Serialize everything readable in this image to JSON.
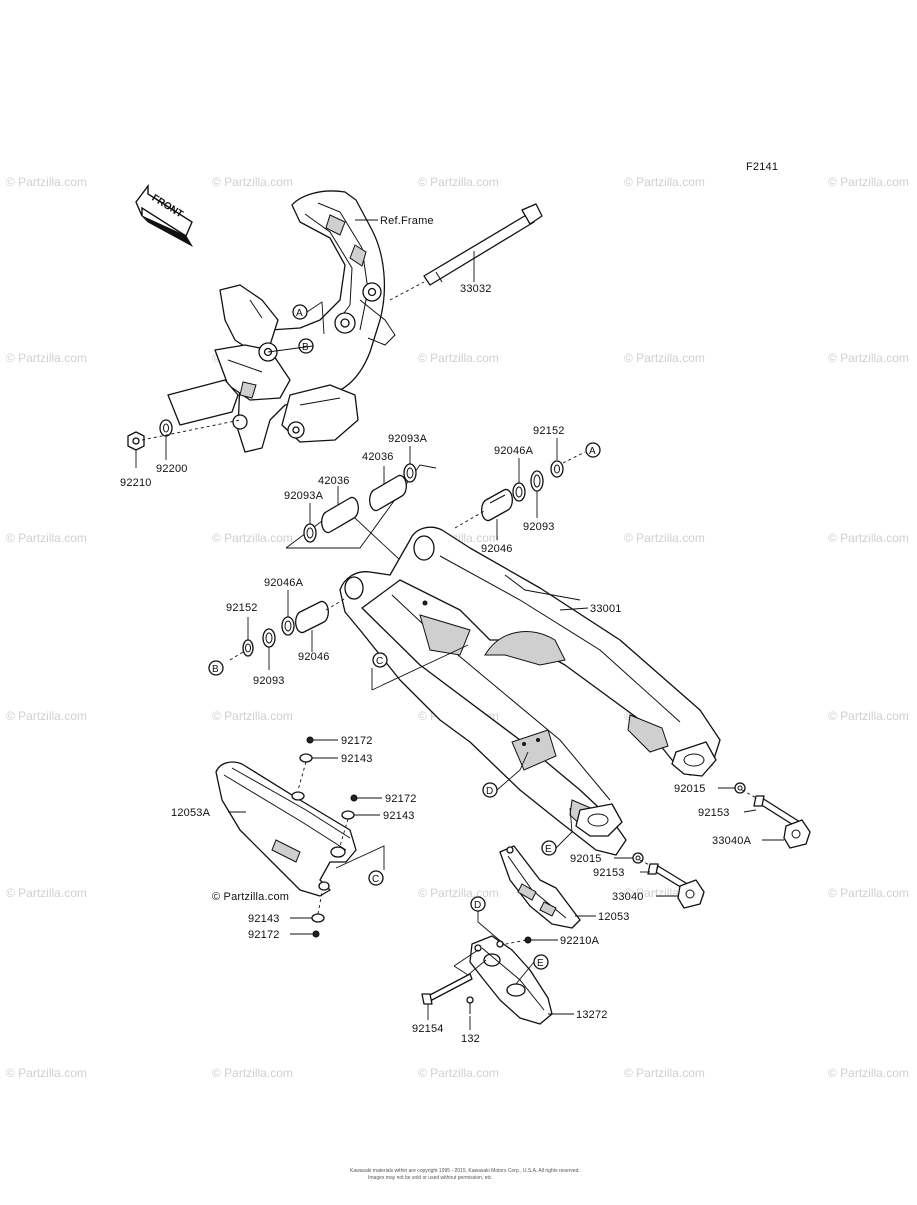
{
  "diagram_code": "F2141",
  "watermark_text": "© Partzilla.com",
  "brand_mark": "© Partzilla.com",
  "front_label": "FRONT",
  "ref_frame_label": "Ref.Frame",
  "footer_line1": "Kawasaki materials within are copyright 1995 - 2015, Kawasaki Motors Corp., U.S.A. All rights reserved.",
  "footer_line2": "Images may not be sold or used without permission, etc.",
  "circle_refs": {
    "a_top": "A",
    "b_top": "B",
    "a_right": "A",
    "b_left": "B",
    "c_mid": "C",
    "c_lower": "C",
    "d_mid": "D",
    "d_lower": "D",
    "e_mid": "E",
    "e_lower": "E"
  },
  "parts": {
    "p33032": "33032",
    "p92200": "92200",
    "p92210": "92210",
    "p92093a_top": "92093A",
    "p42036_top": "42036",
    "p42036_low": "42036",
    "p92093a_low": "92093A",
    "p92152_top": "92152",
    "p92046a_top": "92046A",
    "p92093_top": "92093",
    "p92046_top": "92046",
    "p33001": "33001",
    "p92046a_left": "92046A",
    "p92152_left": "92152",
    "p92093_left": "92093",
    "p92046_left": "92046",
    "p92172_a": "92172",
    "p92143_a": "92143",
    "p92172_b": "92172",
    "p92143_b": "92143",
    "p12053a": "12053A",
    "p92143_c": "92143",
    "p92172_c": "92172",
    "p92015_r": "92015",
    "p92153_r": "92153",
    "p33040a": "33040A",
    "p92015_m": "92015",
    "p92153_m": "92153",
    "p33040": "33040",
    "p12053": "12053",
    "p92210a": "92210A",
    "p13272": "13272",
    "p92154": "92154",
    "p132": "132"
  }
}
